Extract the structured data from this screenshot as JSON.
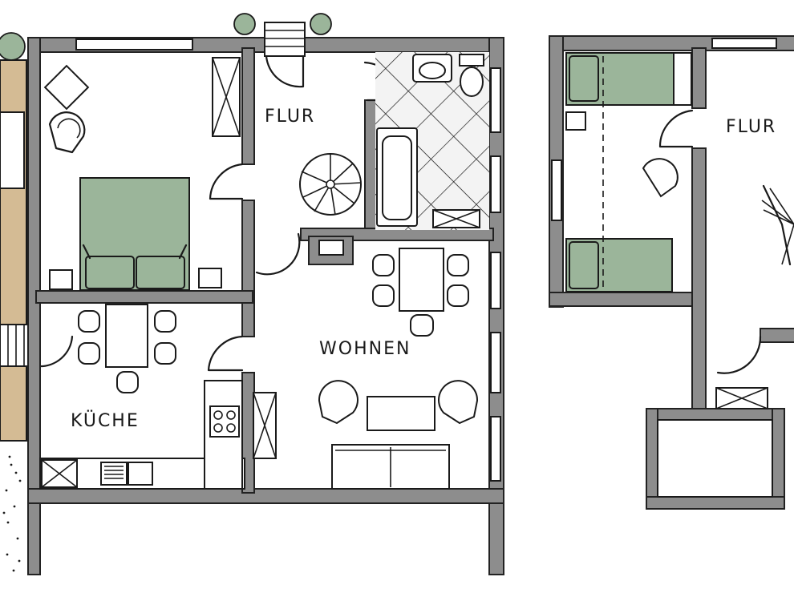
{
  "rooms": {
    "flur_ground": "FLUR",
    "wohnen": "WOHNEN",
    "kueche": "KÜCHE",
    "flur_upper": "FLUR"
  },
  "colors": {
    "wall": "#8d8d8d",
    "bed": "#9bb59a",
    "terrace": "#d4bb94",
    "ink": "#1a1a1a",
    "paper": "#ffffff"
  }
}
